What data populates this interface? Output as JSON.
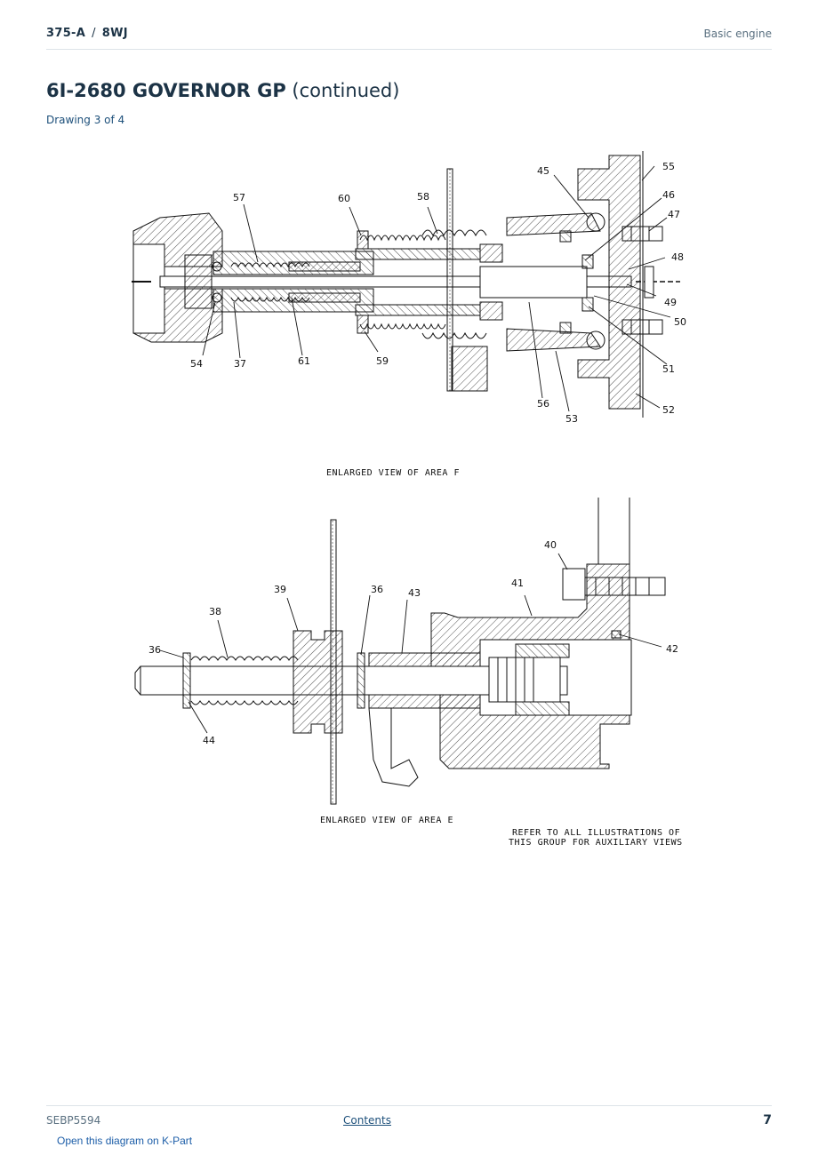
{
  "header": {
    "model": "375-A",
    "separator": "/",
    "serial_prefix": "8WJ",
    "section": "Basic engine"
  },
  "title": {
    "part": "6I-2680 GOVERNOR GP",
    "suffix": "(continued)"
  },
  "drawing_label": "Drawing 3 of 4",
  "diagram": {
    "view_f_caption": "ENLARGED VIEW OF AREA F",
    "view_e_caption": "ENLARGED VIEW OF AREA E",
    "note_line1": "REFER TO ALL ILLUSTRATIONS OF",
    "note_line2": "THIS GROUP FOR AUXILIARY VIEWS",
    "callouts_f": {
      "c45": "45",
      "c55": "55",
      "c46": "46",
      "c47": "47",
      "c57": "57",
      "c60": "60",
      "c58": "58",
      "c48": "48",
      "c49": "49",
      "c50": "50",
      "c54": "54",
      "c37": "37",
      "c61": "61",
      "c59": "59",
      "c51": "51",
      "c56": "56",
      "c53": "53",
      "c52": "52"
    },
    "callouts_e": {
      "c40": "40",
      "c41": "41",
      "c39": "39",
      "c36a": "36",
      "c43": "43",
      "c38": "38",
      "c36b": "36",
      "c42": "42",
      "c44": "44"
    }
  },
  "footer": {
    "doc_id": "SEBP5594",
    "contents_link": "Contents",
    "page_number": "7",
    "kpart_link": "Open this diagram on K-Part"
  }
}
